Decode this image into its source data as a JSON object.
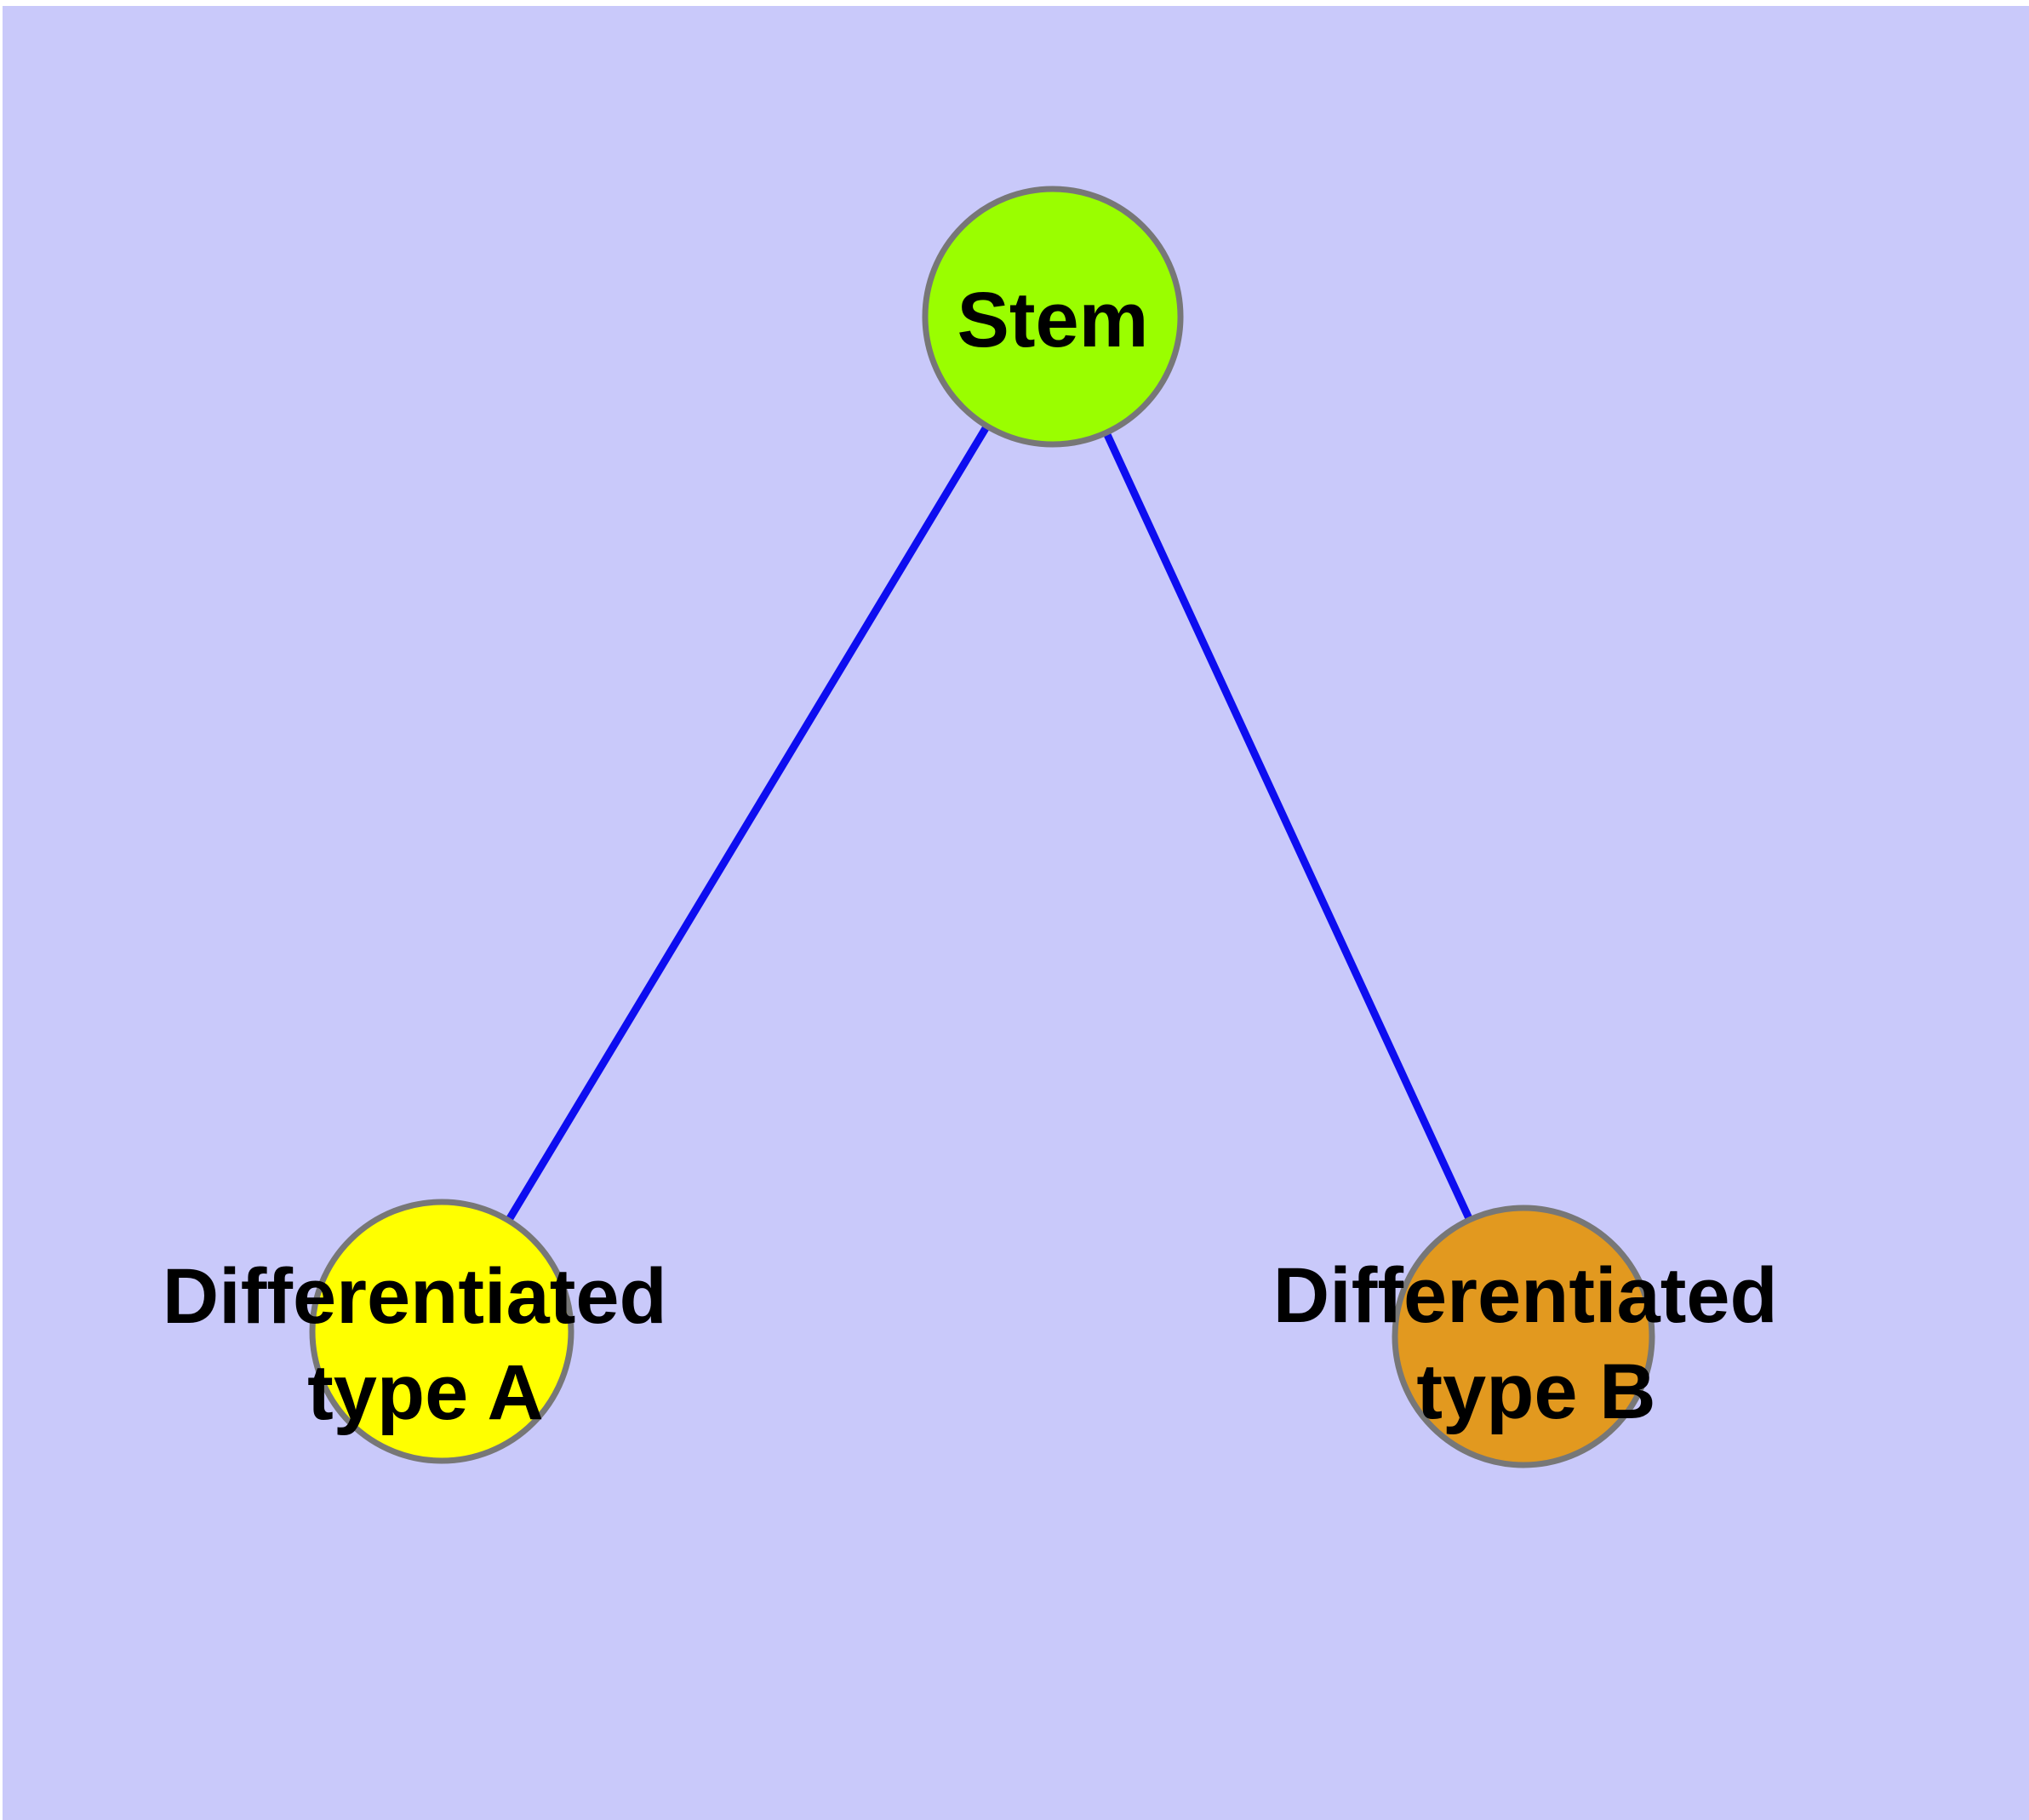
{
  "canvas": {
    "background": "#C9C9FA",
    "margin_color": "#FFFFFF"
  },
  "nodes": {
    "stem": {
      "label": "Stem",
      "fill": "#9AFE00",
      "border": "#777777",
      "label_color": "#000000"
    },
    "type_a": {
      "lines": [
        "Differentiated",
        "type A"
      ],
      "fill": "#FFFF00",
      "border": "#777777",
      "label_color": "#000000"
    },
    "type_b": {
      "lines": [
        "Differentiated",
        "type B"
      ],
      "fill": "#E2991F",
      "border": "#777777",
      "label_color": "#000000"
    }
  },
  "edges": {
    "color": "#0D0DF0",
    "list": [
      {
        "from": "Stem",
        "to": "Differentiated type A"
      },
      {
        "from": "Stem",
        "to": "Differentiated type B"
      }
    ]
  }
}
